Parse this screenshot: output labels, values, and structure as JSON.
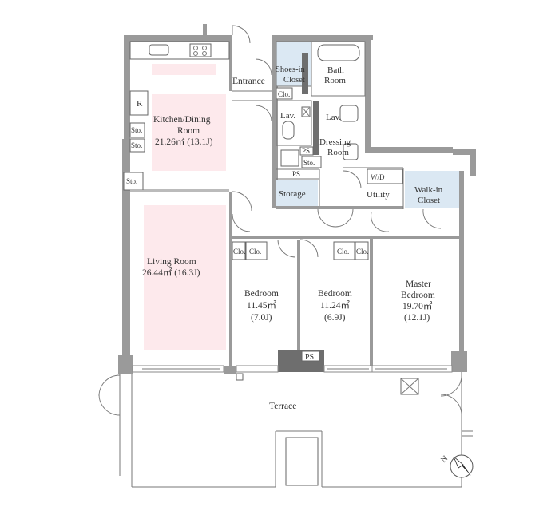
{
  "rooms": {
    "entrance": "Entrance",
    "shoes_in_closet": [
      "Shoes-in",
      "Closet"
    ],
    "bath_room": [
      "Bath",
      "Room"
    ],
    "lav_left": "Lav.",
    "lav_right": "Lav.",
    "dressing_room": [
      "Dressing",
      "Room"
    ],
    "kitchen_dining": [
      "Kitchen/Dining",
      "Room",
      "21.26㎡ (13.1J)"
    ],
    "living_room": [
      "Living Room",
      "26.44㎡ (16.3J)"
    ],
    "storage": "Storage",
    "utility": "Utility",
    "walk_in_closet": [
      "Walk-in",
      "Closet"
    ],
    "wd": "W/D",
    "bedroom_1": [
      "Bedroom",
      "11.45㎡",
      "(7.0J)"
    ],
    "bedroom_2": [
      "Bedroom",
      "11.24㎡",
      "(6.9J)"
    ],
    "master_bedroom": [
      "Master",
      "Bedroom",
      "19.70㎡",
      "(12.1J)"
    ],
    "terrace": "Terrace"
  },
  "fixtures": {
    "refrigerator": "R",
    "storage_small": "Sto.",
    "closet_small": "Clo.",
    "pipe_space": "PS"
  },
  "compass": {
    "north_label": "N"
  },
  "colors": {
    "living_highlight": "#fde9ec",
    "storage_highlight": "#dbe8f3",
    "wall": "#9a9a9a"
  }
}
